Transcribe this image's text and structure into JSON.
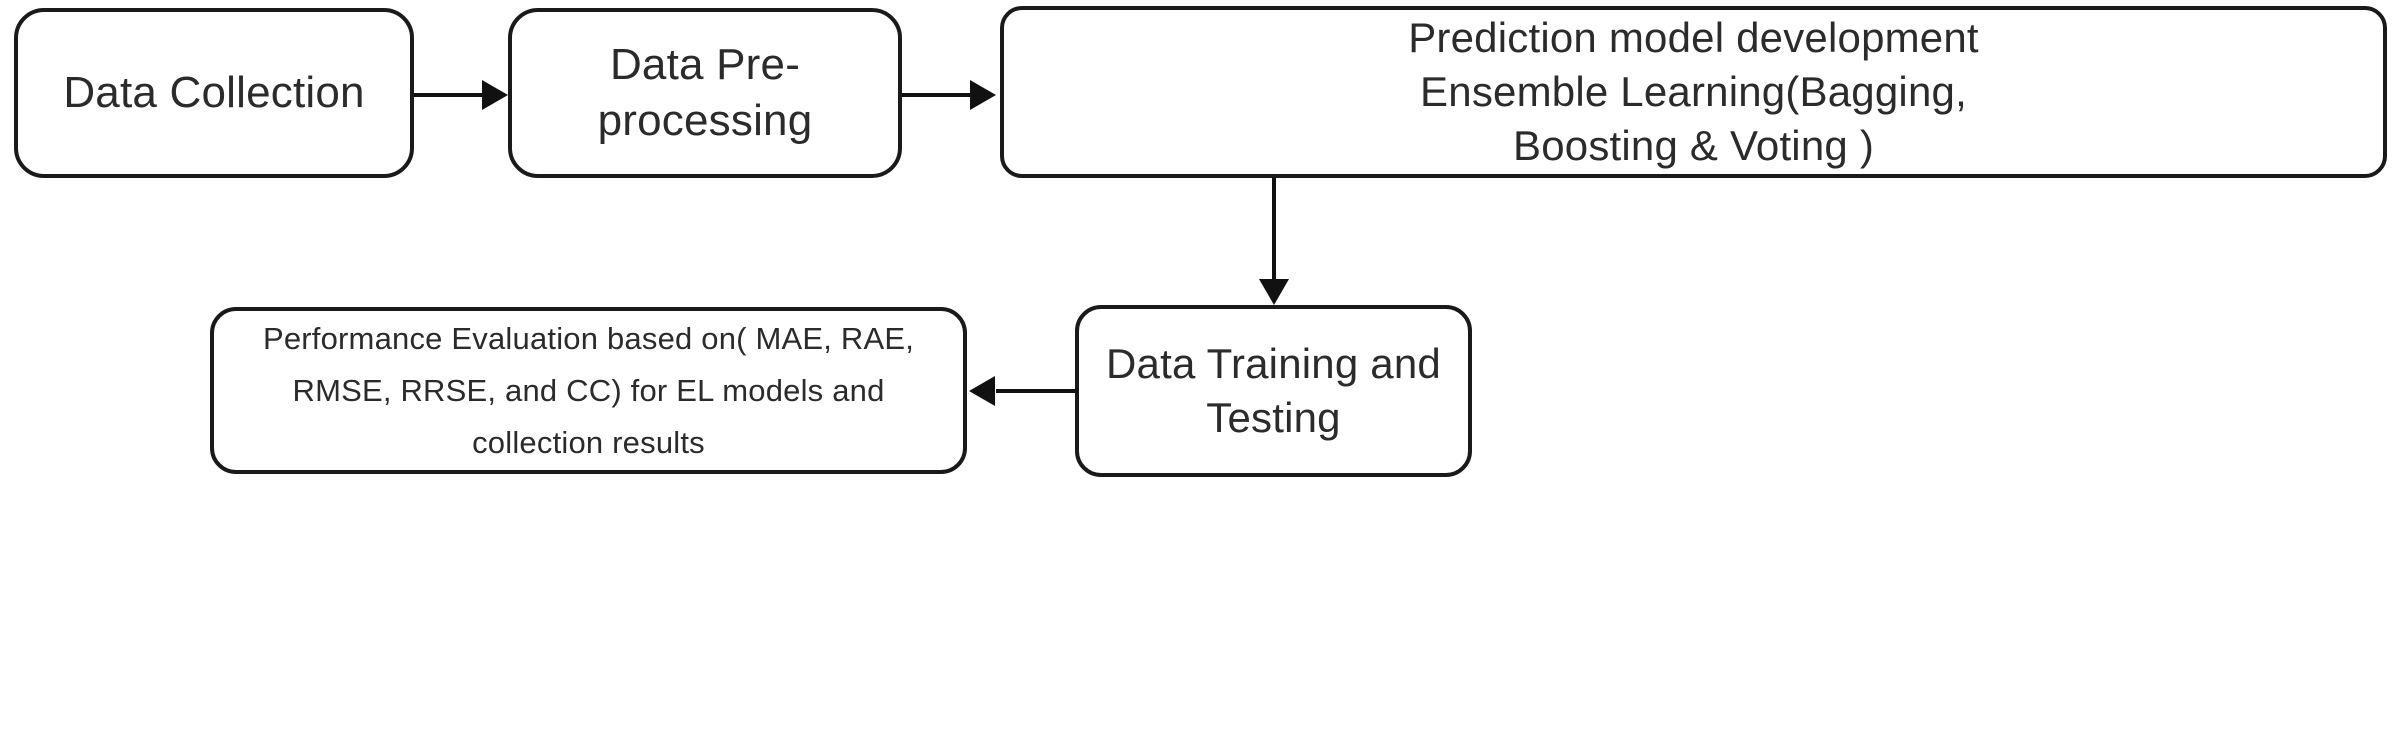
{
  "diagram": {
    "title": "Methodology flowchart",
    "background_color": "#ffffff",
    "line_color": "#111111",
    "text_color": "#2b2b2b",
    "nodes": [
      {
        "id": "data-collection",
        "label": "Data Collection"
      },
      {
        "id": "data-preprocessing",
        "label": "Data Pre-processing"
      },
      {
        "id": "model-development",
        "label": "Prediction model development\nEnsemble Learning(Bagging,\nBoosting & Voting  )"
      },
      {
        "id": "performance-evaluation",
        "label": "Performance Evaluation based on( MAE, RAE,\nRMSE, RRSE, and CC) for EL models and\ncollection results"
      },
      {
        "id": "training-testing",
        "label": "Data Training and\nTesting"
      }
    ],
    "connectors": [
      {
        "id": "collection-to-preprocessing",
        "from": "data-collection",
        "to": "data-preprocessing",
        "direction": "right"
      },
      {
        "id": "preprocessing-to-model",
        "from": "data-preprocessing",
        "to": "model-development",
        "direction": "right"
      },
      {
        "id": "model-to-training",
        "from": "model-development",
        "to": "training-testing",
        "direction": "down"
      },
      {
        "id": "training-to-evaluation",
        "from": "training-testing",
        "to": "performance-evaluation",
        "direction": "left"
      }
    ]
  }
}
